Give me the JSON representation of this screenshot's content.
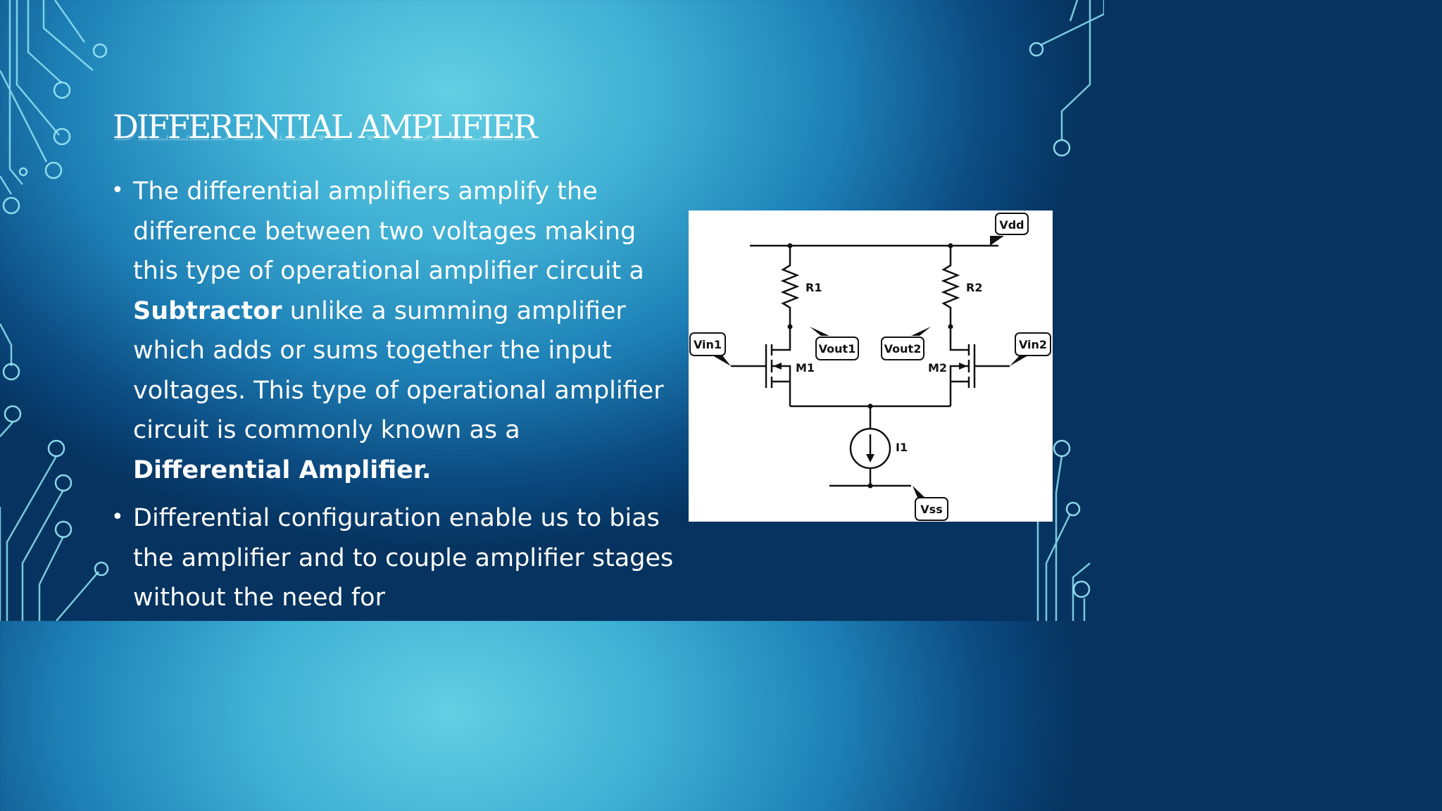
{
  "slide": {
    "title": "Differential Amplifier",
    "bullets": [
      {
        "parts": [
          {
            "text": "The differential amplifiers amplify the difference between two voltages making this type of operational amplifier circuit a ",
            "bold": false
          },
          {
            "text": "Subtractor",
            "bold": true
          },
          {
            "text": " unlike a summing amplifier which adds or sums together the input voltages. This type of operational amplifier circuit is commonly known as a ",
            "bold": false
          },
          {
            "text": "Differential Amplifier.",
            "bold": true
          }
        ]
      },
      {
        "parts": [
          {
            "text": "Differential configuration enable us to bias the amplifier and to couple amplifier stages without the need for",
            "bold": false
          }
        ]
      }
    ]
  },
  "circuit": {
    "labels": {
      "vdd": "Vdd",
      "vss": "Vss",
      "vin1": "Vin1",
      "vin2": "Vin2",
      "vout1": "Vout1",
      "vout2": "Vout2",
      "r1": "R1",
      "r2": "R2",
      "m1": "M1",
      "m2": "M2",
      "i1": "I1"
    }
  }
}
